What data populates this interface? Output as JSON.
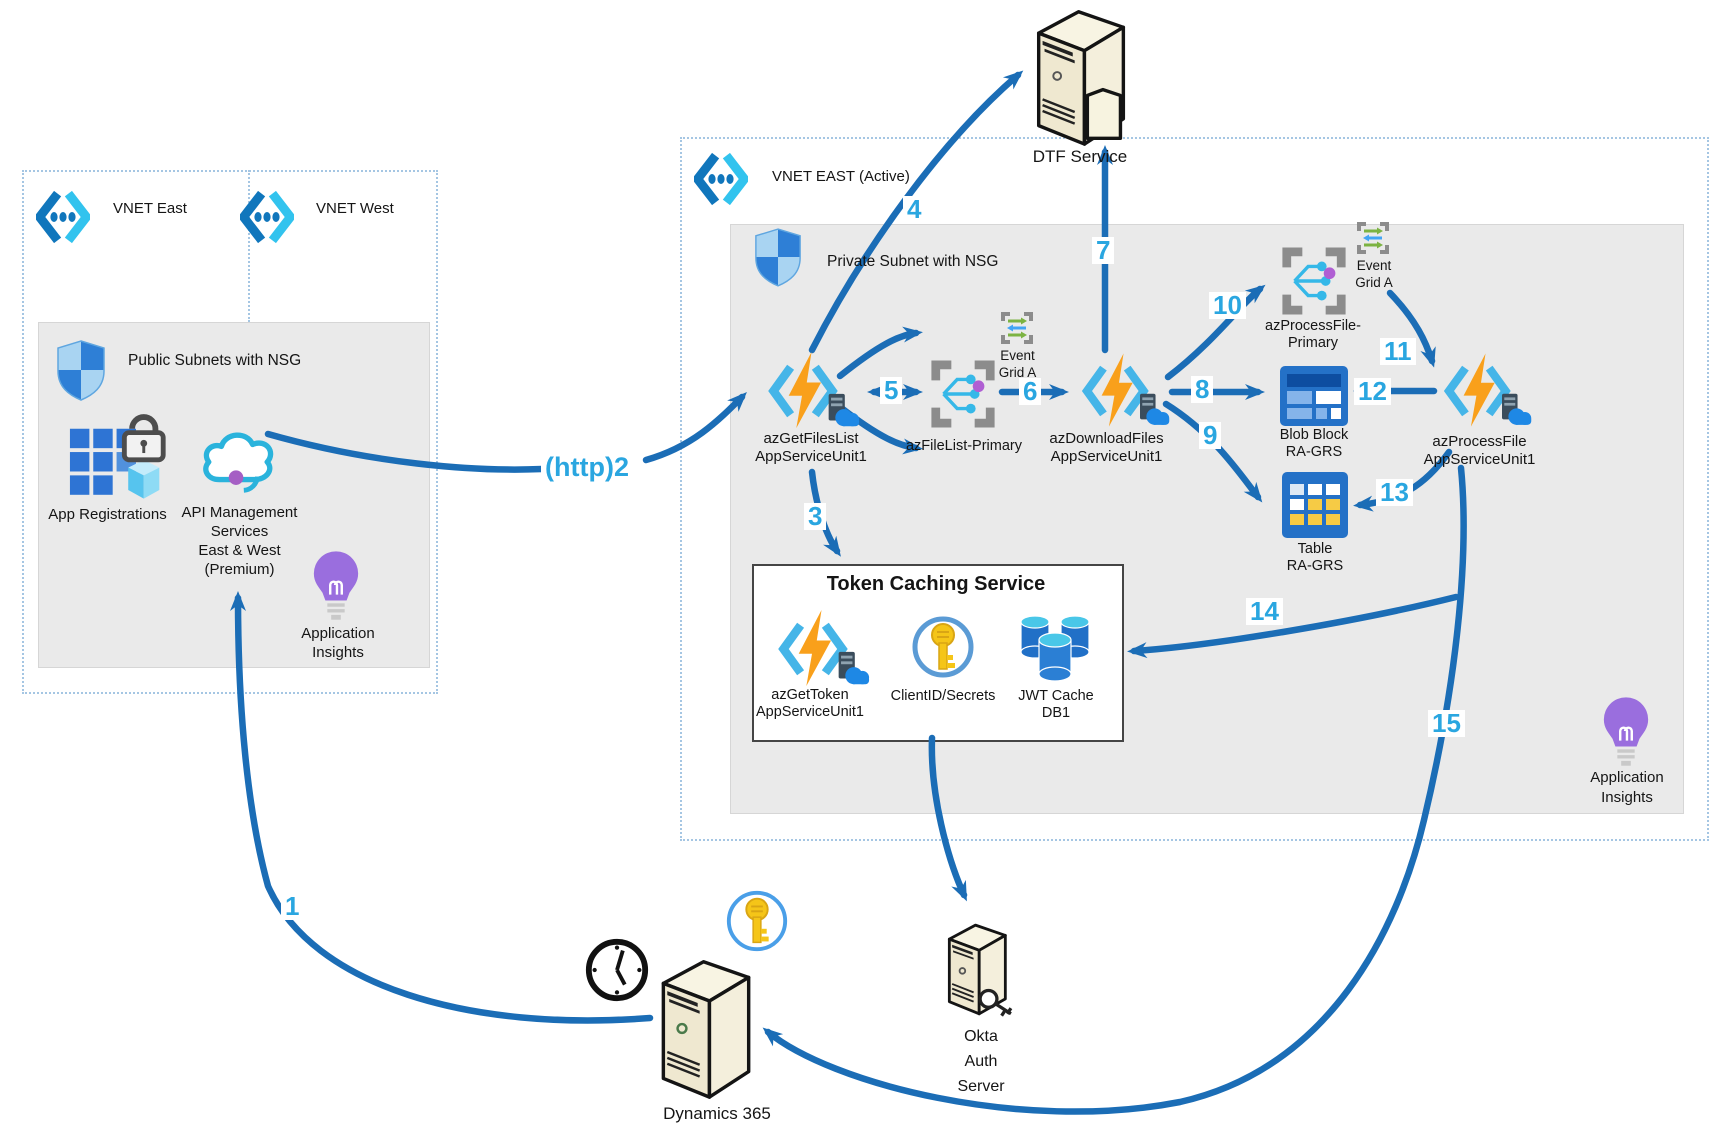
{
  "colors": {
    "arrow": "#1b6db6",
    "flow_number": "#2aa6e0",
    "function_bolt": "#f9a01b",
    "subnet_gray": "#eaeaea"
  },
  "left_region": {
    "vnet_east": "VNET East",
    "vnet_west": "VNET West",
    "public_subnet_title": "Public Subnets with NSG",
    "app_registrations": "App Registrations",
    "api_management_lines": [
      "API Management",
      "Services",
      "East & West",
      "(Premium)"
    ],
    "app_insights_lines": [
      "Application",
      "Insights"
    ]
  },
  "dtf": {
    "label": "DTF Service"
  },
  "vnet_east_region": {
    "title": "VNET EAST (Active)",
    "private_subnet_title": "Private Subnet with NSG",
    "az_get_files_lines": [
      "azGetFilesList",
      "AppServiceUnit1"
    ],
    "az_filelist_primary": "azFileList-Primary",
    "event_grid_a1_lines": [
      "Event",
      "Grid A"
    ],
    "az_download_lines": [
      "azDownloadFiles",
      "AppServiceUnit1"
    ],
    "az_processfile_primary_lines": [
      "azProcessFile-",
      "Primary"
    ],
    "event_grid_a2_lines": [
      "Event",
      "Grid A"
    ],
    "blob_lines": [
      "Blob Block",
      "RA-GRS"
    ],
    "az_processfile_lines": [
      "azProcessFile",
      "AppServiceUnit1"
    ],
    "table_lines": [
      "Table",
      "RA-GRS"
    ],
    "app_insights_lines": [
      "Application",
      "Insights"
    ]
  },
  "token_box": {
    "title": "Token Caching Service",
    "az_get_token_lines": [
      "azGetToken",
      "AppServiceUnit1"
    ],
    "client_id": "ClientID/Secrets",
    "jwt_lines": [
      "JWT Cache",
      "DB1"
    ]
  },
  "external": {
    "dynamics": "Dynamics 365",
    "okta_lines": [
      "Okta",
      "Auth",
      "Server"
    ]
  },
  "flow_labels": {
    "f1": "1",
    "f2": "(http)2",
    "f3": "3",
    "f4": "4",
    "f5": "5",
    "f6": "6",
    "f7": "7",
    "f8": "8",
    "f9": "9",
    "f10": "10",
    "f11": "11",
    "f12": "12",
    "f13": "13",
    "f14": "14",
    "f15": "15"
  }
}
